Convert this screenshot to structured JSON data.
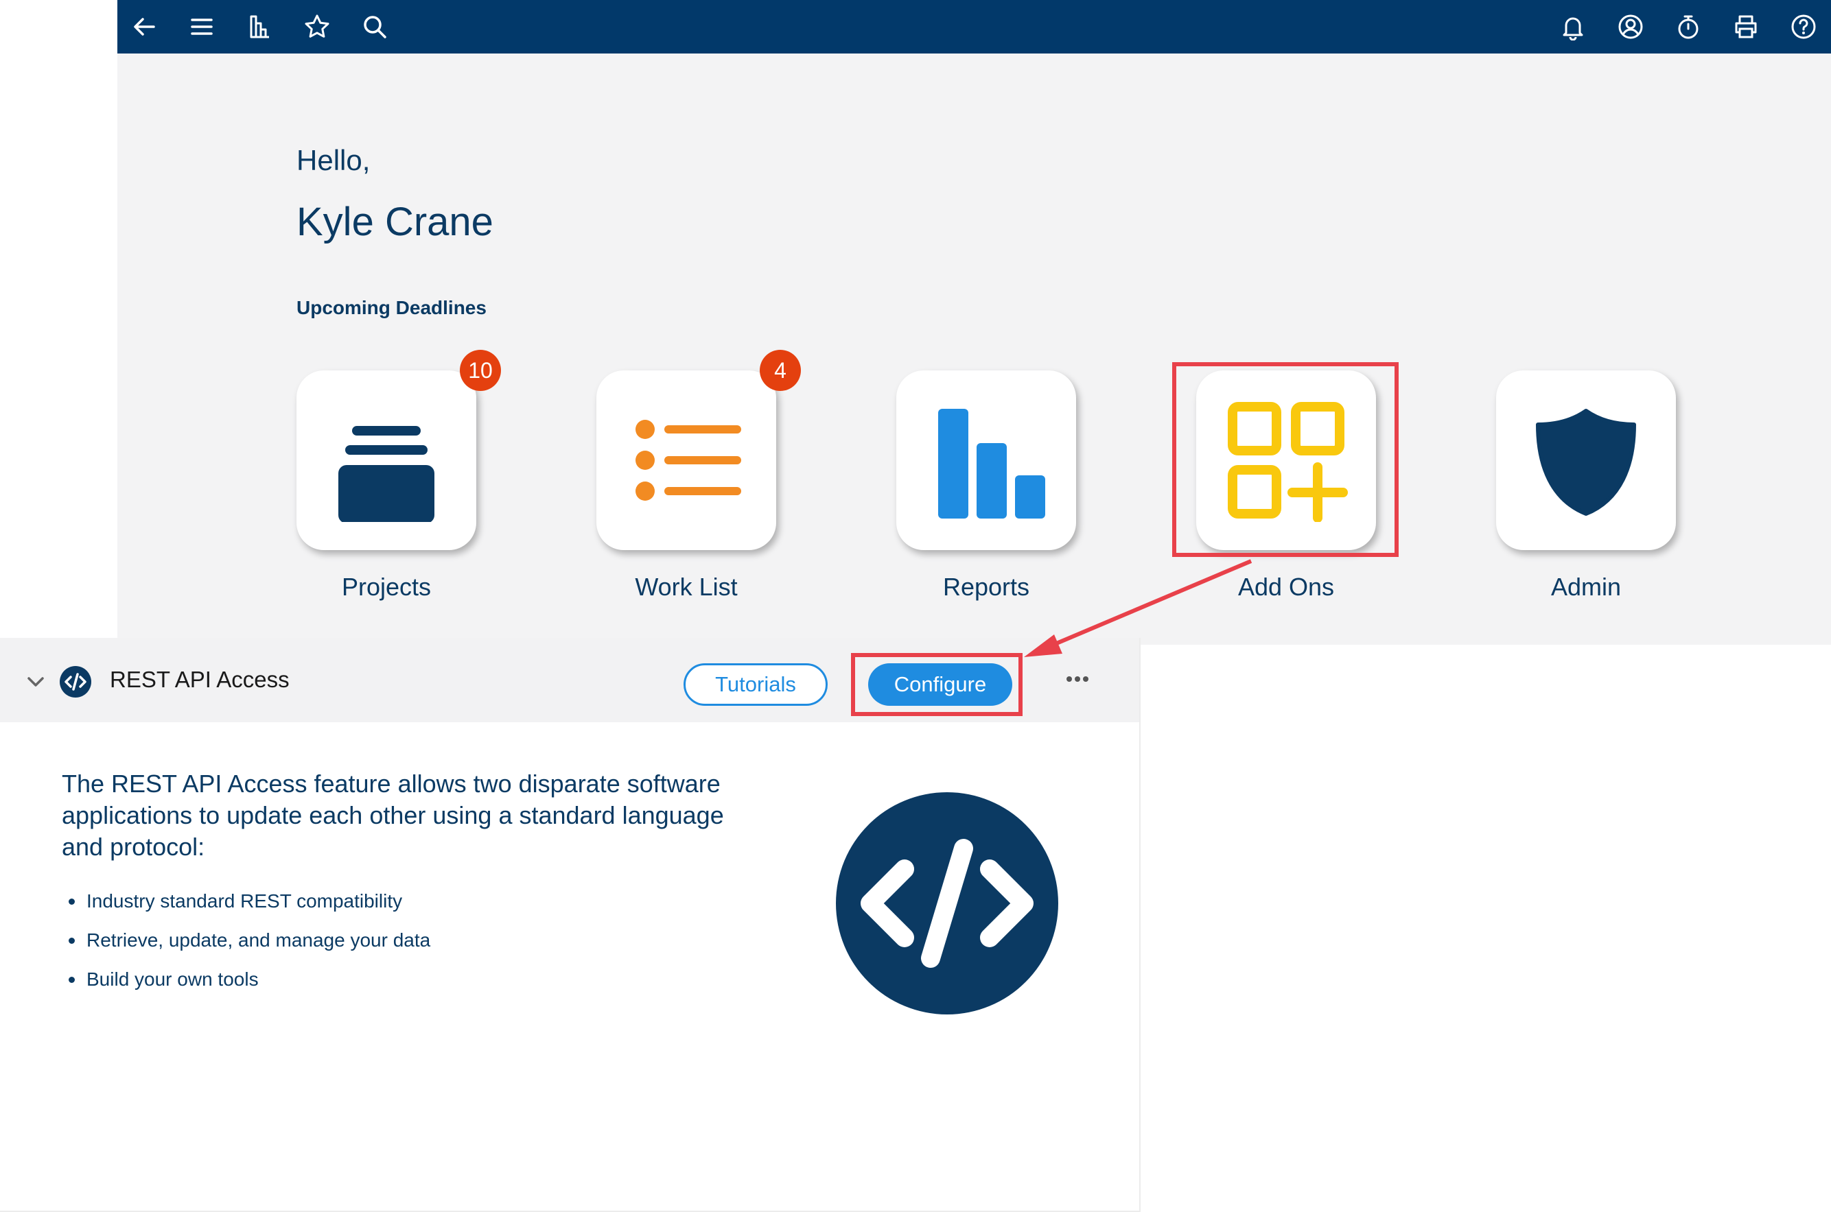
{
  "topbar": {
    "left_icons": [
      "back-arrow-icon",
      "menu-icon",
      "reports-icon",
      "star-icon",
      "search-icon"
    ],
    "right_icons": [
      "bell-icon",
      "user-icon",
      "timer-icon",
      "printer-icon",
      "help-icon"
    ]
  },
  "greeting": {
    "hello": "Hello,",
    "name": "Kyle Crane",
    "section": "Upcoming Deadlines"
  },
  "tiles": [
    {
      "label": "Projects",
      "badge": "10",
      "icon": "projects-icon"
    },
    {
      "label": "Work List",
      "badge": "4",
      "icon": "work-list-icon"
    },
    {
      "label": "Reports",
      "badge": "",
      "icon": "reports-icon"
    },
    {
      "label": "Add Ons",
      "badge": "",
      "icon": "add-ons-icon"
    },
    {
      "label": "Admin",
      "badge": "",
      "icon": "shield-icon"
    }
  ],
  "panel": {
    "title": "REST API Access",
    "tutorials_label": "Tutorials",
    "configure_label": "Configure",
    "description": "The REST API Access feature allows two disparate software applications to update each other using a standard language and protocol:",
    "bullets": [
      "Industry standard REST compatibility",
      "Retrieve, update, and manage your data",
      "Build your own tools"
    ]
  },
  "colors": {
    "topbar": "#02396a",
    "navy": "#0b3a63",
    "accent_blue": "#1f8ce0",
    "badge_red": "#e4400f",
    "highlight_red": "#e8414a",
    "worklist_orange": "#f28b22",
    "reports_blue": "#1f8ce0",
    "addons_yellow": "#f9c80e"
  }
}
